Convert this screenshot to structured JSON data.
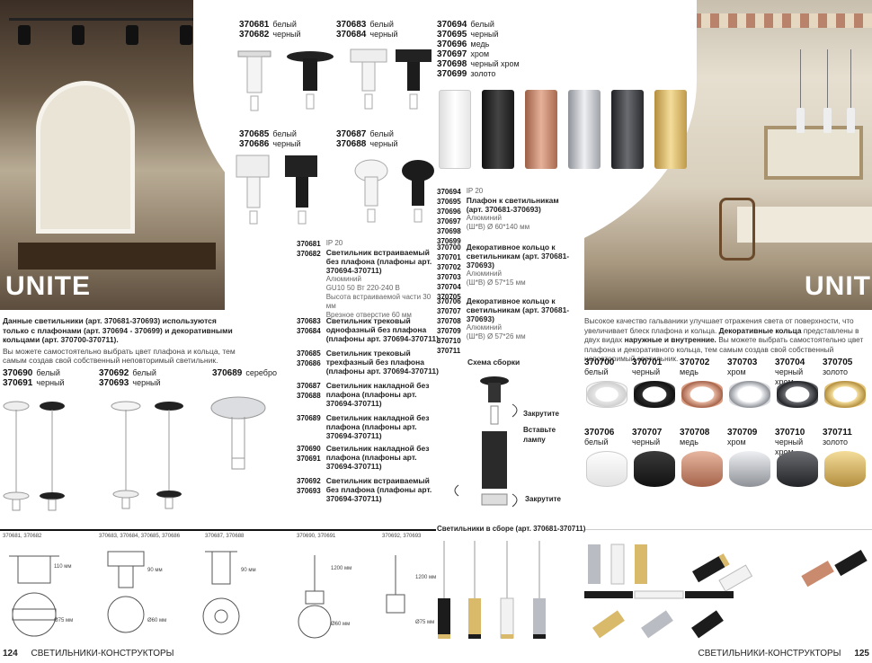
{
  "brand": "UNITE",
  "left_page": {
    "intro_bold": "Данные светильники (арт. 370681-370693) используются только с плафонами (арт. 370694 - 370699) и декоративными кольцами (арт. 370700-370711).",
    "intro_text": "Вы можете самостоятельно выбрать цвет плафона и кольца, тем самым создав свой собственный неповторимый светильник.",
    "pendants": [
      {
        "codes": [
          "370690",
          "370691"
        ],
        "colors": [
          "белый",
          "черный"
        ]
      },
      {
        "codes": [
          "370692",
          "370693"
        ],
        "colors": [
          "белый",
          "черный"
        ]
      },
      {
        "codes": [
          "370689"
        ],
        "colors": [
          "серебро"
        ]
      }
    ],
    "sketch_labels": [
      "370681, 370682",
      "370683, 370684, 370685, 370686",
      "370687, 370688",
      "370690, 370691",
      "370692, 370693"
    ],
    "page_number": "124",
    "section": "СВЕТИЛЬНИКИ-КОНСТРУКТОРЫ"
  },
  "center": {
    "top_groups": [
      {
        "codes": [
          "370681",
          "370682"
        ],
        "colors": [
          "белый",
          "черный"
        ]
      },
      {
        "codes": [
          "370683",
          "370684"
        ],
        "colors": [
          "белый",
          "черный"
        ]
      },
      {
        "codes": [
          "370685",
          "370686"
        ],
        "colors": [
          "белый",
          "черный"
        ]
      },
      {
        "codes": [
          "370687",
          "370688"
        ],
        "colors": [
          "белый",
          "черный"
        ]
      }
    ],
    "shades_codes": [
      "370694",
      "370695",
      "370696",
      "370697",
      "370698",
      "370699"
    ],
    "shades_colors": [
      "белый",
      "черный",
      "медь",
      "хром",
      "черный хром",
      "золото"
    ],
    "specs": [
      {
        "codes": [
          "370681",
          "370682"
        ],
        "title": "Светильник встраиваемый без плафона (плафоны арт. 370694-370711)",
        "ip": "IP 20",
        "details": [
          "Алюминий",
          "GU10    50 Вт    220-240 В",
          "Высота встраиваемой части 30 мм",
          "Врезное отверстие 60 мм"
        ]
      },
      {
        "codes": [
          "370683",
          "370684"
        ],
        "title": "Светильник трековый однофазный без плафона (плафоны арт. 370694-370711)"
      },
      {
        "codes": [
          "370685",
          "370686"
        ],
        "title": "Светильник трековый трехфазный без плафона (плафоны арт. 370694-370711)"
      },
      {
        "codes": [
          "370687",
          "370688"
        ],
        "title": "Светильник накладной без плафона (плафоны арт. 370694-370711)"
      },
      {
        "codes": [
          "370689"
        ],
        "title": "Светильник накладной без плафона (плафоны арт. 370694-370711)"
      },
      {
        "codes": [
          "370690",
          "370691"
        ],
        "title": "Светильник накладной без плафона (плафоны арт. 370694-370711)"
      },
      {
        "codes": [
          "370692",
          "370693"
        ],
        "title": "Светильник встраиваемый без плафона (плафоны арт. 370694-370711)"
      }
    ],
    "shade_spec": {
      "codes": [
        "370694",
        "370695",
        "370696",
        "370697",
        "370698",
        "370699"
      ],
      "ip": "IP 20",
      "title": "Плафон к светильникам (арт. 370681-370693)",
      "details": [
        "Алюминий",
        "(Ш*В) Ø 60*140 мм"
      ]
    },
    "ring_spec_1": {
      "codes": [
        "370700",
        "370701",
        "370702",
        "370703",
        "370704",
        "370705"
      ],
      "title": "Декоративное кольцо к светильникам (арт. 370681-370693)",
      "details": [
        "Алюминий",
        "(Ш*В) Ø 57*15 мм"
      ]
    },
    "ring_spec_2": {
      "codes": [
        "370706",
        "370707",
        "370708",
        "370709",
        "370710",
        "370711"
      ],
      "title": "Декоративное кольцо к светильникам (арт. 370681-370693)",
      "details": [
        "Алюминий",
        "(Ш*В) Ø 57*26 мм"
      ]
    },
    "assembly_title": "Схема сборки",
    "assembly_steps": [
      "Закрутите",
      "Вставьте лампу",
      "Закрутите"
    ],
    "assembled_title": "Светильники в сборе (арт. 370681-370711)"
  },
  "right_page": {
    "text_1": "Высокое качество гальваники улучшает отражения света от поверхности, что увеличивает блеск плафона и кольца.",
    "text_bold": "Декоративные кольца",
    "text_2": "представлены в двух видах",
    "text_bold_2": "наружные и внутренние.",
    "text_3": "Вы можете выбрать самостоятельно цвет плафона и декоративного кольца, тем самым создав свой собственный неповторимый светильник.",
    "rings_row_1": [
      {
        "code": "370700",
        "color": "белый"
      },
      {
        "code": "370701",
        "color": "черный"
      },
      {
        "code": "370702",
        "color": "медь"
      },
      {
        "code": "370703",
        "color": "хром"
      },
      {
        "code": "370704",
        "color": "черный хром"
      },
      {
        "code": "370705",
        "color": "золото"
      }
    ],
    "rings_row_2": [
      {
        "code": "370706",
        "color": "белый"
      },
      {
        "code": "370707",
        "color": "черный"
      },
      {
        "code": "370708",
        "color": "медь"
      },
      {
        "code": "370709",
        "color": "хром"
      },
      {
        "code": "370710",
        "color": "черный хром"
      },
      {
        "code": "370711",
        "color": "золото"
      }
    ],
    "page_number": "125",
    "section": "СВЕТИЛЬНИКИ-КОНСТРУКТОРЫ"
  },
  "dims": [
    "110 мм",
    "Ø75 мм",
    "90 мм",
    "Ø60 мм",
    "90 мм",
    "1200 мм",
    "Ø60 мм",
    "1200 мм",
    "Ø75 мм"
  ],
  "colors": {
    "white": "#f2f2f2",
    "black": "#1c1c1c",
    "copper": "#c98a6e",
    "chrome": "#b9bcc2",
    "blackchrome": "#3a3b3f",
    "gold": "#d9b96a"
  }
}
